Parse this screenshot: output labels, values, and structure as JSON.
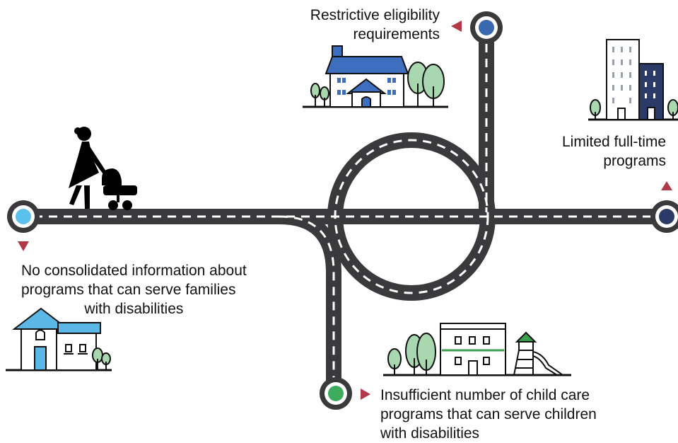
{
  "labels": {
    "eligibility": [
      "Restrictive eligibility",
      "requirements"
    ],
    "full_time": [
      "Limited full-time",
      "programs"
    ],
    "information": [
      "No consolidated information about",
      "programs that can serve families",
      "with disabilities"
    ],
    "insufficient": [
      "Insufficient number of child care",
      "programs that can serve children",
      "with disabilities"
    ]
  },
  "colors": {
    "road": "#3a3a3c",
    "road_line": "#ffffff",
    "arrow": "#b23a48",
    "stop_light_blue": "#5bc0eb",
    "stop_blue": "#3a68b0",
    "stop_navy": "#2b3a67",
    "stop_green": "#3daa5c",
    "tree_green": "#a9d8b0",
    "roof_blue": "#3e6fbf",
    "roof_light_blue": "#5bb7e6",
    "tower_navy": "#2b3a67",
    "building_green": "#3a9f4f"
  },
  "icons": [
    "woman-with-stroller-icon",
    "house-icon",
    "apartment-buildings-icon",
    "small-house-icon",
    "child-care-center-icon"
  ]
}
